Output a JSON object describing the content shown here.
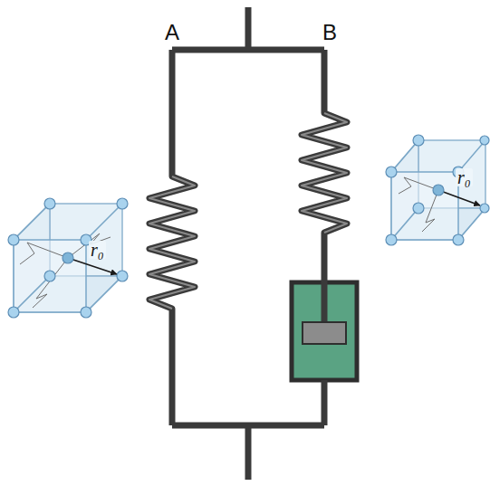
{
  "diagram": {
    "labels": [
      "A",
      "B",
      "r₀",
      "r₀"
    ]
  }
}
